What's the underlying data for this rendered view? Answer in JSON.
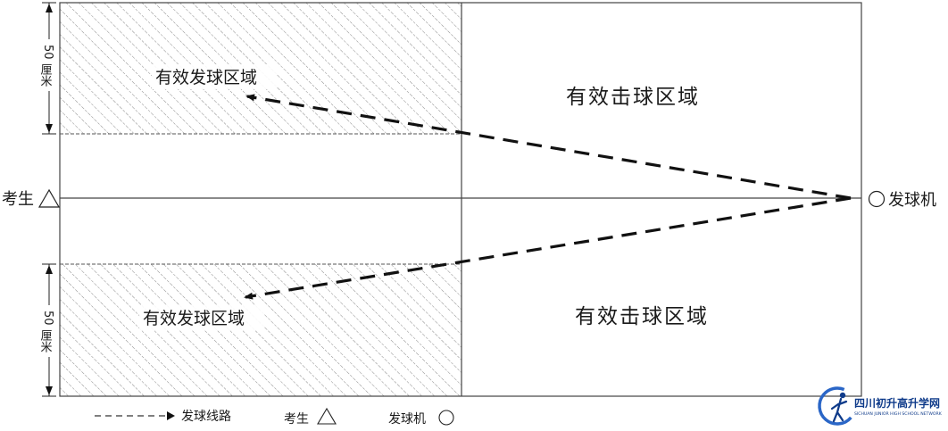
{
  "left_side_label": "考生",
  "right_side_label": "发球机",
  "zones": {
    "serve_top": "有效发球区域",
    "serve_bottom": "有效发球区域",
    "hit_top": "有效击球区域",
    "hit_bottom": "有效击球区域"
  },
  "dimension": {
    "top_value": "50",
    "top_unit": "厘米",
    "bottom_value": "50",
    "bottom_unit": "厘米"
  },
  "legend": {
    "serve_path": "发球线路",
    "student": "考生",
    "machine": "发球机"
  },
  "watermark": {
    "title": "四川初升高升学网",
    "subtitle": "SICHUAN JUNIOR HIGH SCHOOL NETWORK"
  },
  "colors": {
    "line": "#444444",
    "arrow": "#111111",
    "hatch": "#8a8a8a",
    "logo": "#0f3b8a"
  }
}
